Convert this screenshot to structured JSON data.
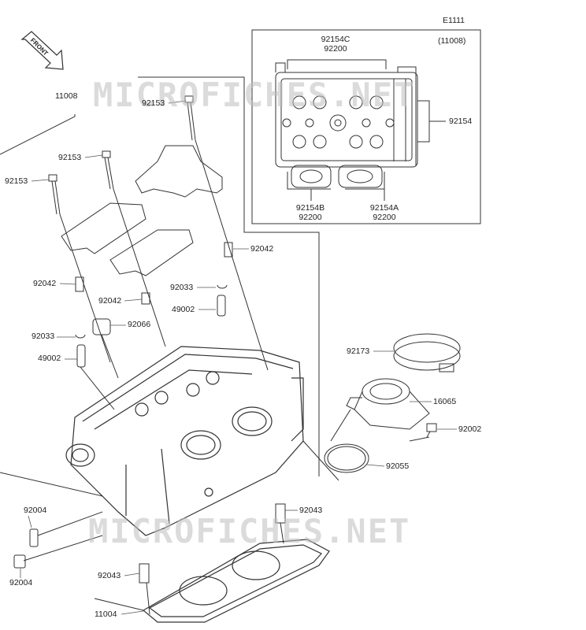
{
  "diagram": {
    "code": "E1111",
    "inset_ref": "(11008)",
    "front_label": "FRONT",
    "watermark": "MICROFICHES.NET",
    "parts": {
      "p11008": "11008",
      "p92153_top": "92153",
      "p92153_mid": "92153",
      "p92153_left": "92153",
      "p92042_right": "92042",
      "p92042_left": "92042",
      "p92042_mid": "92042",
      "p92033_right": "92033",
      "p49002_right": "49002",
      "p92033_left": "92033",
      "p92066": "92066",
      "p49002_left": "49002",
      "p92173": "92173",
      "p16065": "16065",
      "p92002": "92002",
      "p92055": "92055",
      "p92004_top": "92004",
      "p92004_bottom": "92004",
      "p92043_right": "92043",
      "p92043_left": "92043",
      "p11004": "11004",
      "inset_92154C": "92154C",
      "inset_92200_top": "92200",
      "inset_92154": "92154",
      "inset_92154B": "92154B",
      "inset_92200_bl": "92200",
      "inset_92154A": "92154A",
      "inset_92200_br": "92200"
    }
  }
}
